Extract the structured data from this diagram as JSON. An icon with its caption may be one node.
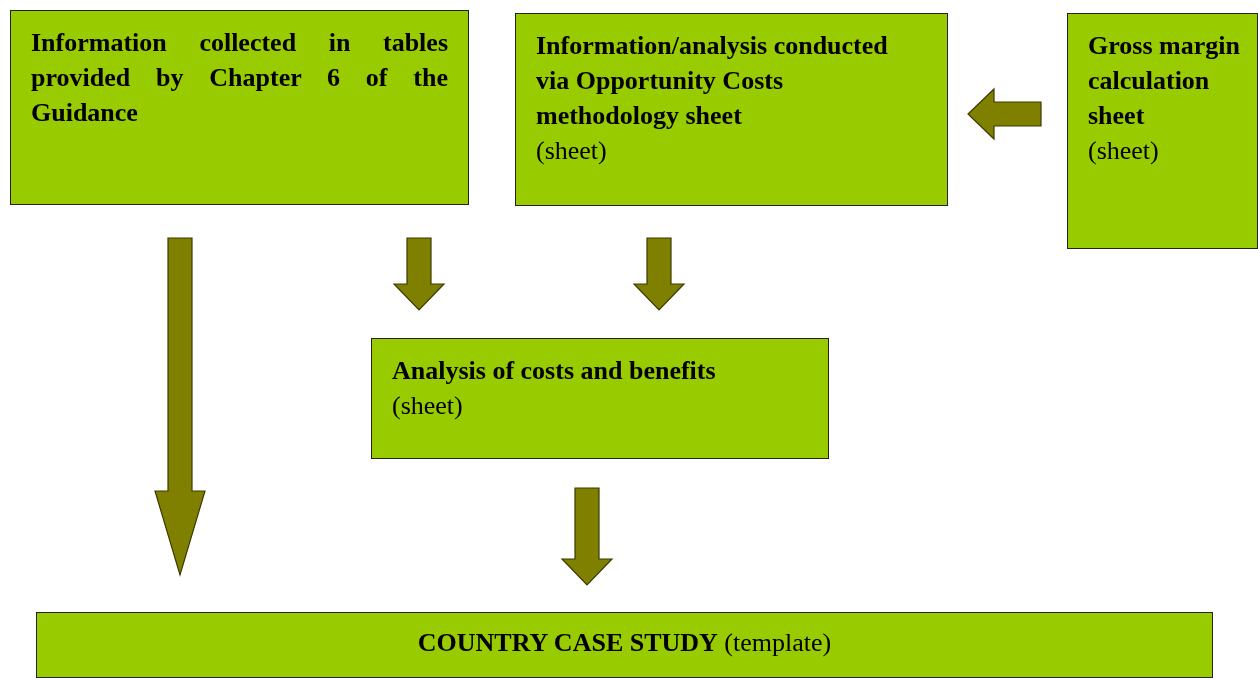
{
  "diagram": {
    "nodes": [
      {
        "text": [
          "Information collected in tables provided by Chapter 6 of the Guidance"
        ]
      },
      {
        "text": [
          "Information/analysis conducted via Opportunity Costs methodology sheet",
          "(sheet)"
        ]
      },
      {
        "text": [
          "Gross margin calculation sheet",
          "(sheet)"
        ]
      },
      {
        "text": [
          "Analysis of costs and benefits",
          "(sheet)"
        ]
      },
      {
        "text": [
          "COUNTRY CASE STUDY",
          "(template)"
        ]
      }
    ],
    "edges": [
      {
        "from": 2,
        "to": 1,
        "arrow": "to"
      },
      {
        "from": 0,
        "to": 4,
        "arrow": "to"
      },
      {
        "from": 0,
        "to": 3,
        "arrow": "to"
      },
      {
        "from": 1,
        "to": 3,
        "arrow": "to"
      },
      {
        "from": 3,
        "to": 4,
        "arrow": "to"
      }
    ]
  }
}
